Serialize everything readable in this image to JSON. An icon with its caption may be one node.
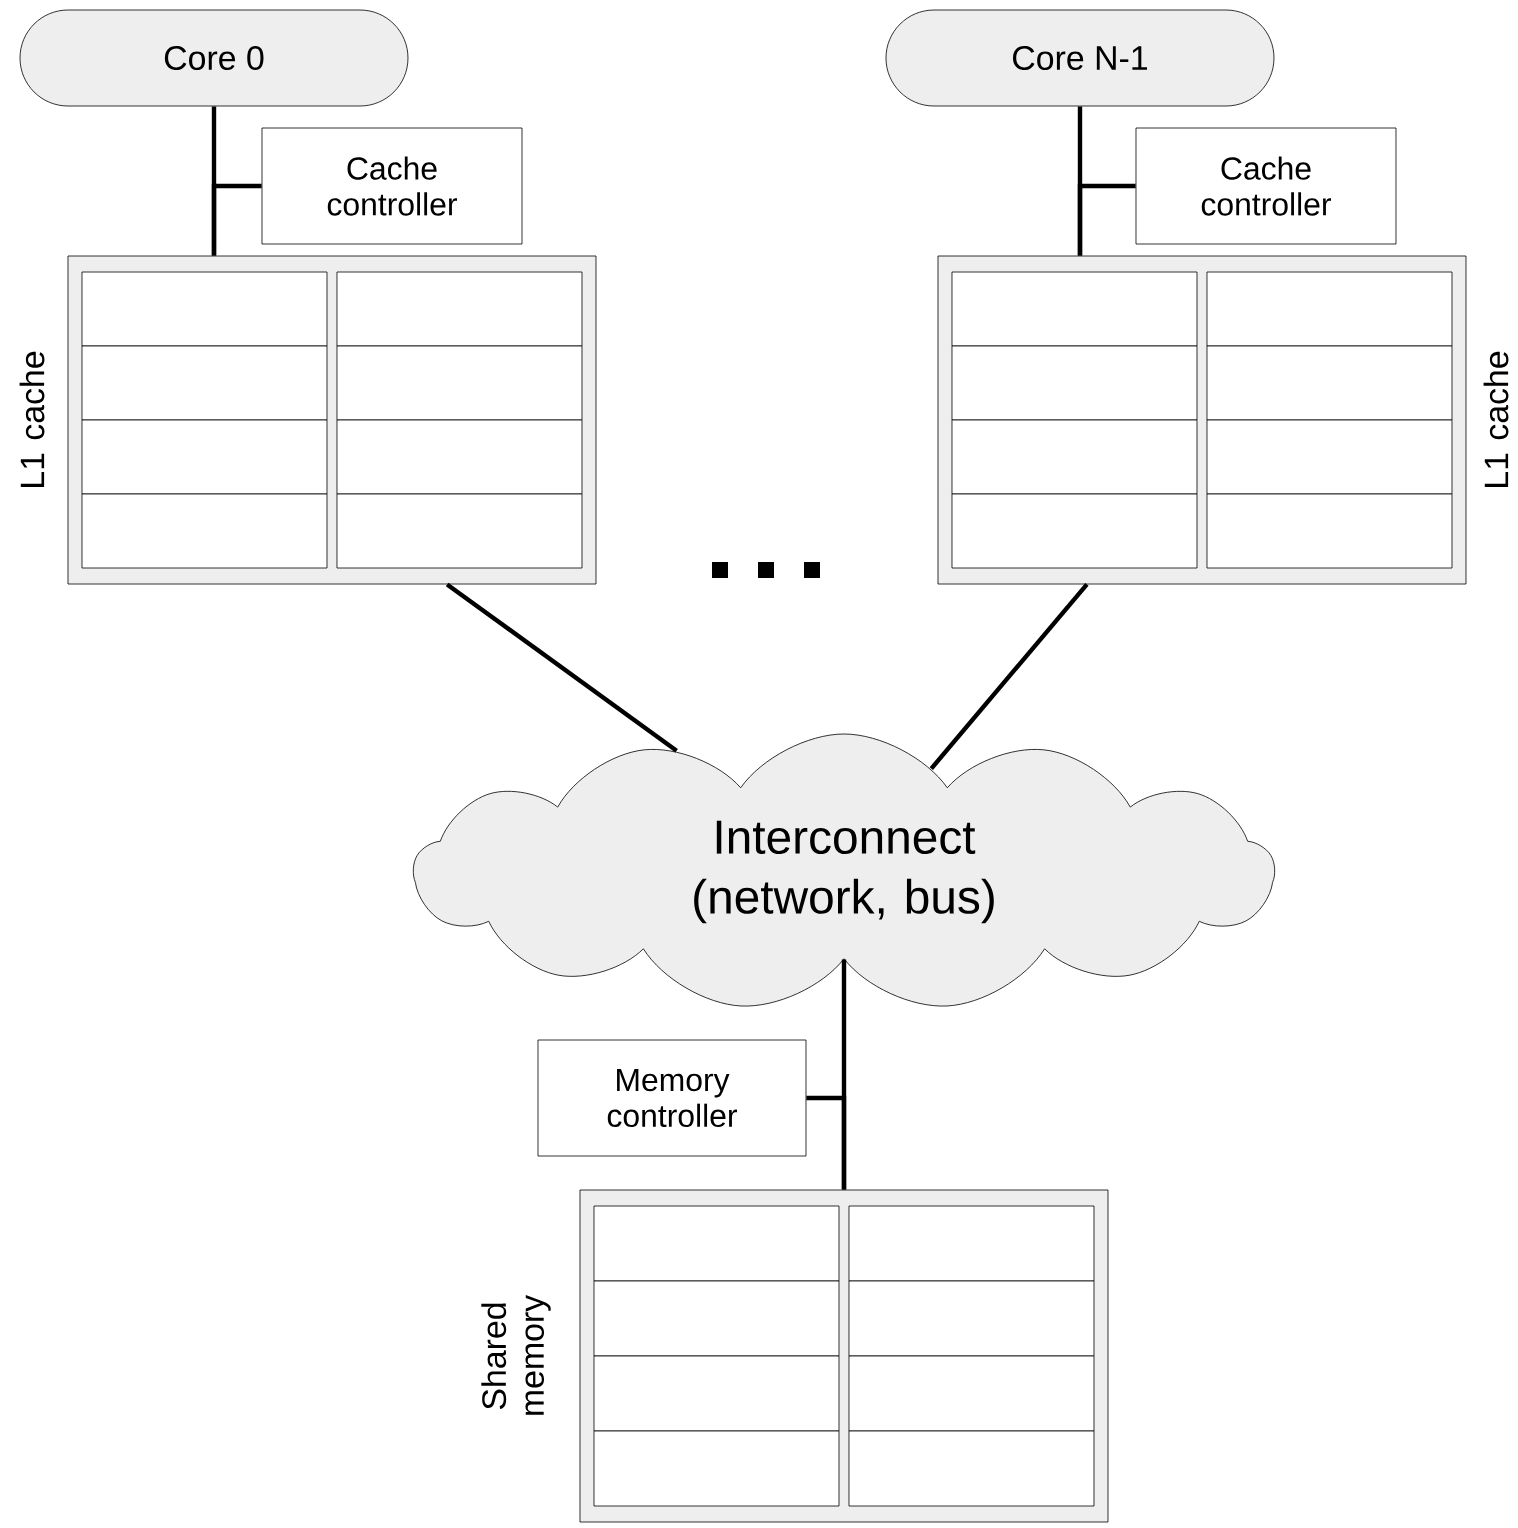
{
  "diagram": {
    "nodes": [
      {
        "text": [
          "Core 0"
        ]
      },
      {
        "text": [
          "Cache controller"
        ]
      },
      {
        "text": [
          "L1 cache"
        ]
      },
      {
        "text": [
          "Core N-1"
        ]
      },
      {
        "text": [
          "Cache controller"
        ]
      },
      {
        "text": [
          "L1 cache"
        ]
      },
      {
        "text": [
          "Interconnect (network, bus)"
        ]
      },
      {
        "text": [
          "Memory controller"
        ]
      },
      {
        "text": [
          "Shared memory"
        ]
      }
    ],
    "edges": [
      {
        "from": 0,
        "to": 2,
        "arrow": "none"
      },
      {
        "from": 1,
        "to": 2,
        "arrow": "none"
      },
      {
        "from": 3,
        "to": 5,
        "arrow": "none"
      },
      {
        "from": 4,
        "to": 5,
        "arrow": "none"
      },
      {
        "from": 2,
        "to": 6,
        "arrow": "none"
      },
      {
        "from": 5,
        "to": 6,
        "arrow": "none"
      },
      {
        "from": 6,
        "to": 8,
        "arrow": "none"
      },
      {
        "from": 7,
        "to": 8,
        "arrow": "none"
      }
    ]
  }
}
